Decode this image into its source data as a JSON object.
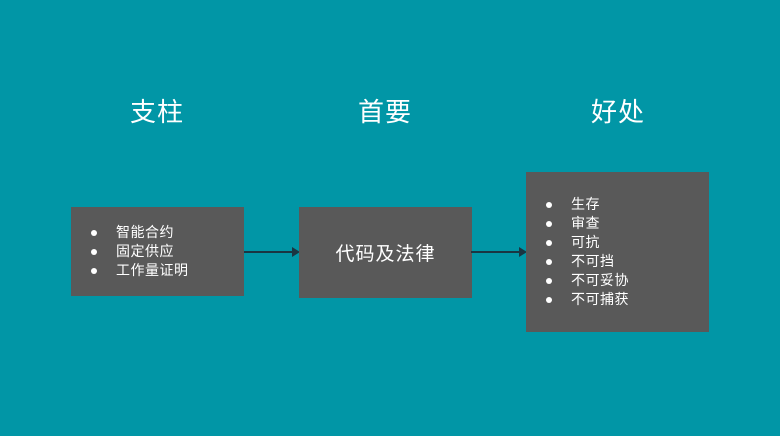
{
  "colors": {
    "background": "#0196a6",
    "box_background": "#595959",
    "text": "#ffffff",
    "arrow": "#1a3642"
  },
  "columns": [
    {
      "header": "支柱",
      "items": [
        "智能合约",
        "固定供应",
        "工作量证明"
      ]
    },
    {
      "header": "首要",
      "text": "代码及法律"
    },
    {
      "header": "好处",
      "items": [
        "生存",
        "审查",
        "可抗",
        "不可挡",
        "不可妥协",
        "不可捕获"
      ]
    }
  ]
}
